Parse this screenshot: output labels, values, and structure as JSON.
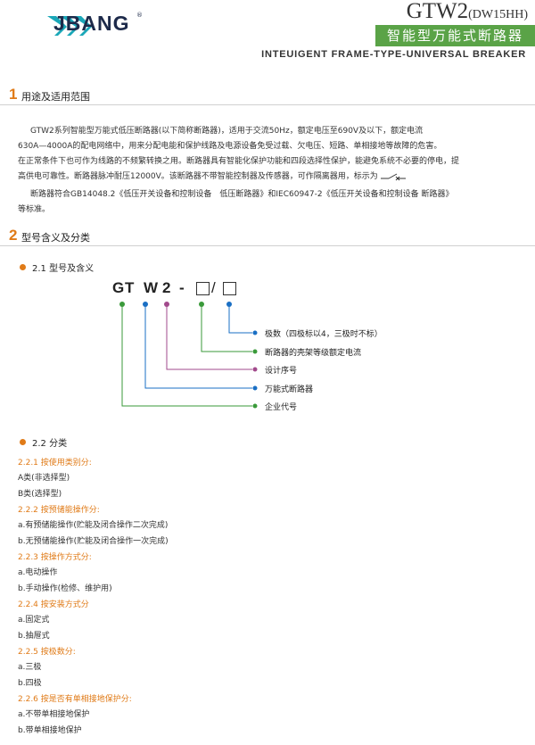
{
  "header": {
    "brand": "JBANG",
    "reg_mark": "®",
    "model": "GTW2",
    "model_sub": "(DW15HH)",
    "banner": "智能型万能式断路器",
    "subtitle_en": "INTEUIGENT FRAME-TYPE-UNIVERSAL BREAKER"
  },
  "section1": {
    "num": "1",
    "title": "用途及适用范围",
    "p1": [
      "GTW2系列智能型万能式低压断路器(以下简称断路器)，适用于交流50Hz，额定电压至690V及以下，额定电流",
      "630A—4000A的配电网络中，用来分配电能和保护线路及电源设备免受过载、欠电压、短路、单相接地等故障的危害。",
      "在正常条件下也可作为线路的不频繁转换之用。断路器具有智能化保护功能和四段选择性保护，能避免系统不必要的停电，提",
      "高供电可靠性。断路器脉冲耐压12000V。该断路器不带智能控制器及传感器，可作隔离器用，标示为"
    ],
    "p2": [
      "断路器符合GB14048.2《低压开关设备和控制设备　低压断路器》和IEC60947-2《低压开关设备和控制设备 断路器》",
      "等标准。"
    ]
  },
  "section2": {
    "num": "2",
    "title": "型号含义及分类",
    "s21": "2.1 型号及含义",
    "code": {
      "c1": "G",
      "c2": "T",
      "c3": "W",
      "c4": "2",
      "dash": "-",
      "slash": "/"
    },
    "legend": [
      "极数（四极标以4，三极时不标）",
      "断路器的壳架等级额定电流",
      "设计序号",
      "万能式断路器",
      "企业代号"
    ],
    "colors": {
      "g": "#3a9a3a",
      "blue": "#1a6fc4",
      "purple": "#a24a8c",
      "orange": "#e07b18"
    },
    "s22": "2.2 分类",
    "cats": [
      {
        "title": "2.2.1 按使用类别分:",
        "items": [
          "A类(非选择型)",
          "B类(选择型)"
        ]
      },
      {
        "title": "2.2.2 按预储能操作分:",
        "items": [
          "a.有预储能操作(贮能及闭合操作二次完成)",
          "b.无预储能操作(贮能及闭合操作一次完成)"
        ]
      },
      {
        "title": "2.2.3 按操作方式分:",
        "items": [
          "a.电动操作",
          "b.手动操作(检修、维护用)"
        ]
      },
      {
        "title": "2.2.4 按安装方式分",
        "items": [
          "a.固定式",
          "b.抽屉式"
        ]
      },
      {
        "title": "2.2.5 按极数分:",
        "items": [
          "a.三极",
          "b.四极"
        ]
      },
      {
        "title": "2.2.6 按是否有单相接地保护分:",
        "items": [
          "a.不带单相接地保护",
          "b.带单相接地保护"
        ]
      }
    ]
  }
}
